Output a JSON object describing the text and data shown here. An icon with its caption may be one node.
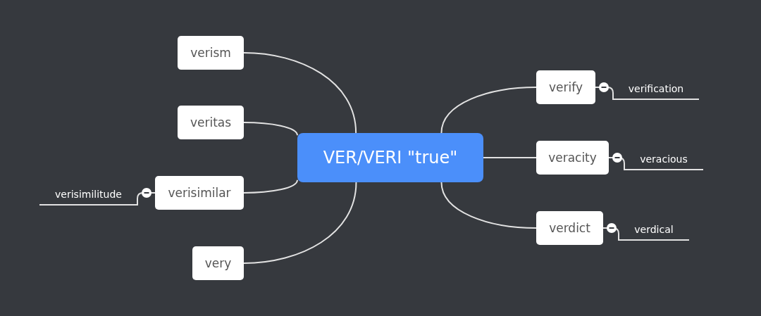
{
  "diagram": {
    "nodes": [
      {
        "text": [
          "VER/VERI \"true\""
        ]
      },
      {
        "text": [
          "verism"
        ]
      },
      {
        "text": [
          "veritas"
        ]
      },
      {
        "text": [
          "verisimilar"
        ]
      },
      {
        "text": [
          "very"
        ]
      },
      {
        "text": [
          "verify"
        ]
      },
      {
        "text": [
          "veracity"
        ]
      },
      {
        "text": [
          "verdict"
        ]
      },
      {
        "text": [
          "verisimilitude"
        ]
      },
      {
        "text": [
          "verification"
        ]
      },
      {
        "text": [
          "veracious"
        ]
      },
      {
        "text": [
          "verdical"
        ]
      }
    ],
    "edges": [
      {
        "from": 0,
        "to": 1,
        "arrow": "none"
      },
      {
        "from": 0,
        "to": 2,
        "arrow": "none"
      },
      {
        "from": 0,
        "to": 3,
        "arrow": "none"
      },
      {
        "from": 0,
        "to": 4,
        "arrow": "none"
      },
      {
        "from": 0,
        "to": 5,
        "arrow": "none"
      },
      {
        "from": 0,
        "to": 6,
        "arrow": "none"
      },
      {
        "from": 0,
        "to": 7,
        "arrow": "none"
      },
      {
        "from": 3,
        "to": 8,
        "arrow": "none"
      },
      {
        "from": 5,
        "to": 9,
        "arrow": "none"
      },
      {
        "from": 6,
        "to": 10,
        "arrow": "none"
      },
      {
        "from": 7,
        "to": 11,
        "arrow": "none"
      }
    ]
  }
}
